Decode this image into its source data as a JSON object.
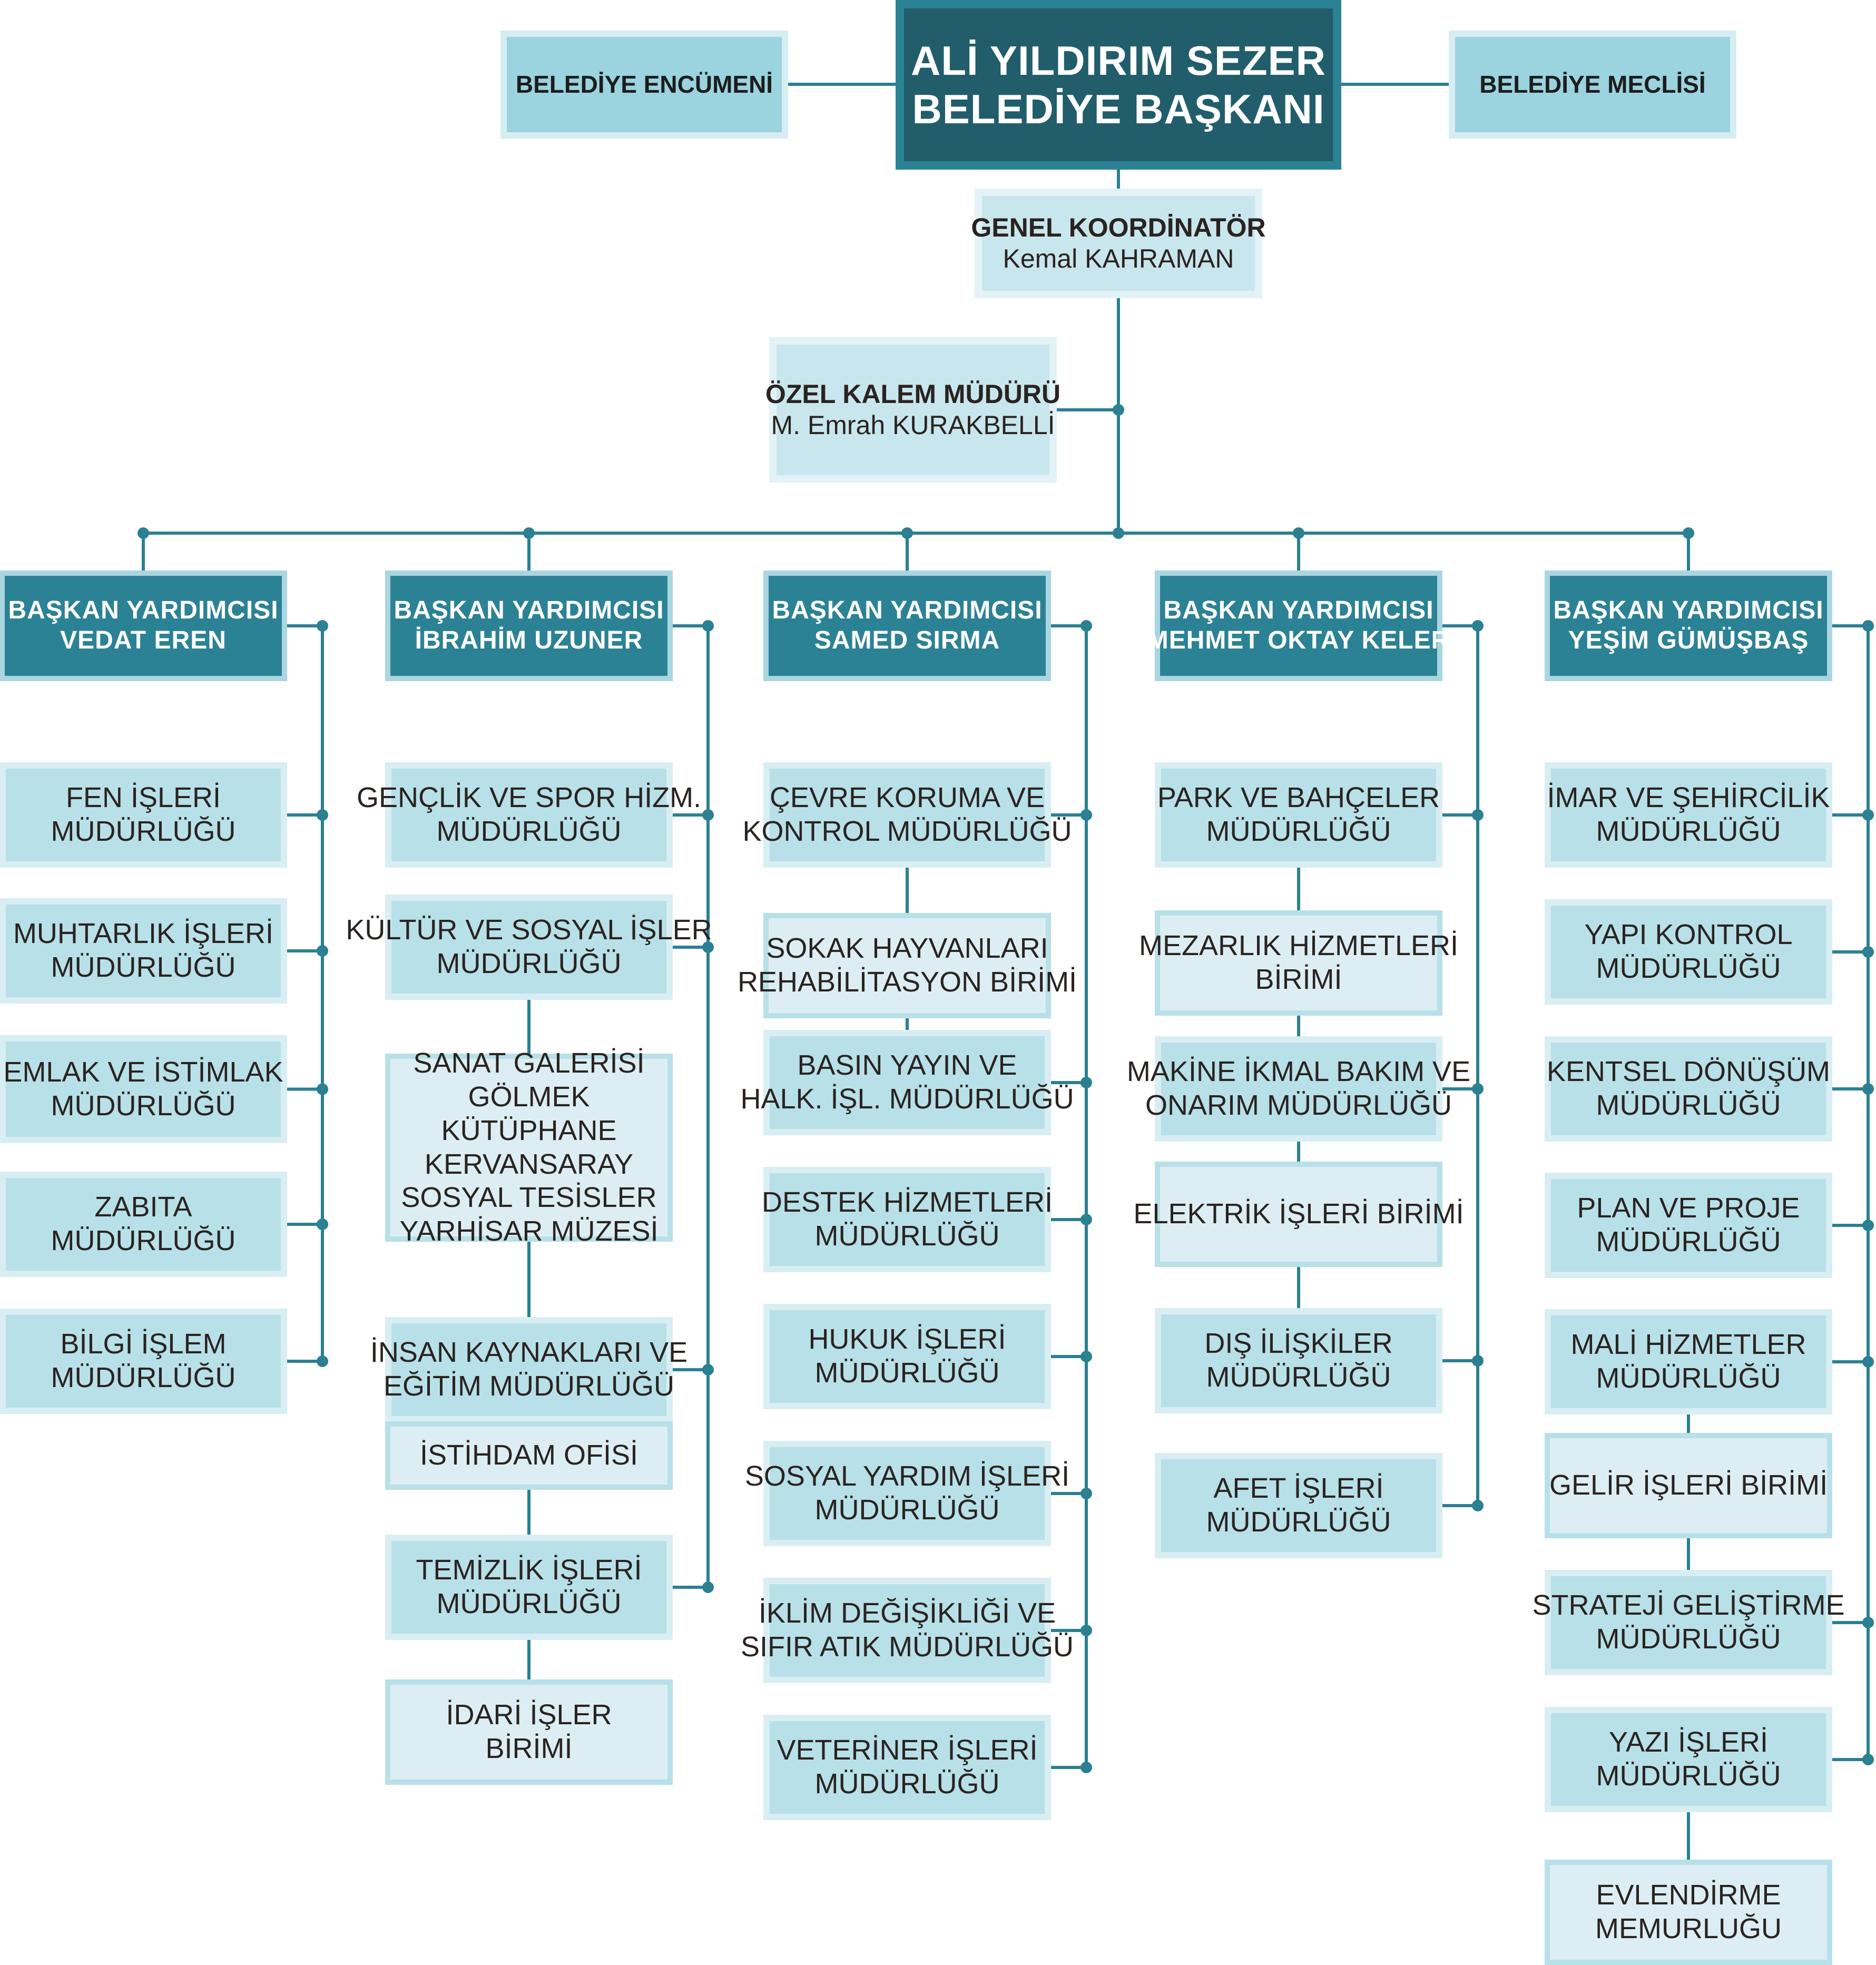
{
  "top": {
    "mayor": [
      "ALİ YILDIRIM SEZER",
      "BELEDİYE BAŞKANI"
    ],
    "left": [
      "BELEDİYE ENCÜMENİ"
    ],
    "right": [
      "BELEDİYE MECLİSİ"
    ]
  },
  "coordinator": {
    "title": "GENEL KOORDİNATÖR",
    "name": "Kemal KAHRAMAN"
  },
  "private_office": {
    "title": "ÖZEL KALEM MÜDÜRÜ",
    "name": "M. Emrah KURAKBELLİ"
  },
  "columns": [
    {
      "header": [
        "BAŞKAN YARDIMCISI",
        "VEDAT EREN"
      ],
      "items": [
        {
          "lines": [
            "FEN İŞLERİ",
            "MÜDÜRLÜĞÜ"
          ],
          "kind": "dept"
        },
        {
          "lines": [
            "MUHTARLIK İŞLERİ",
            "MÜDÜRLÜĞÜ"
          ],
          "kind": "dept"
        },
        {
          "lines": [
            "EMLAK VE İSTİMLAK",
            "MÜDÜRLÜĞÜ"
          ],
          "kind": "dept"
        },
        {
          "lines": [
            "ZABITA",
            "MÜDÜRLÜĞÜ"
          ],
          "kind": "dept"
        },
        {
          "lines": [
            "BİLGİ İŞLEM",
            "MÜDÜRLÜĞÜ"
          ],
          "kind": "dept"
        }
      ]
    },
    {
      "header": [
        "BAŞKAN YARDIMCISI",
        "İBRAHİM UZUNER"
      ],
      "items": [
        {
          "lines": [
            "GENÇLİK VE SPOR HİZM.",
            "MÜDÜRLÜĞÜ"
          ],
          "kind": "dept"
        },
        {
          "lines": [
            "KÜLTÜR VE SOSYAL İŞLER",
            "MÜDÜRLÜĞÜ"
          ],
          "kind": "dept"
        },
        {
          "lines": [
            "SANAT GALERİSİ",
            "GÖLMEK",
            "KÜTÜPHANE",
            "KERVANSARAY",
            "SOSYAL TESİSLER",
            "YARHİSAR MÜZESİ"
          ],
          "kind": "unit"
        },
        {
          "lines": [
            "İNSAN KAYNAKLARI VE",
            "EĞİTİM MÜDÜRLÜĞÜ"
          ],
          "kind": "dept"
        },
        {
          "lines": [
            "İSTİHDAM OFİSİ"
          ],
          "kind": "unit"
        },
        {
          "lines": [
            "TEMİZLİK İŞLERİ",
            "MÜDÜRLÜĞÜ"
          ],
          "kind": "dept"
        },
        {
          "lines": [
            "İDARİ İŞLER",
            "BİRİMİ"
          ],
          "kind": "unit"
        }
      ]
    },
    {
      "header": [
        "BAŞKAN YARDIMCISI",
        "SAMED SIRMA"
      ],
      "items": [
        {
          "lines": [
            "ÇEVRE KORUMA VE",
            "KONTROL MÜDÜRLÜĞÜ"
          ],
          "kind": "dept"
        },
        {
          "lines": [
            "SOKAK HAYVANLARI",
            "REHABİLİTASYON BİRİMİ"
          ],
          "kind": "unit"
        },
        {
          "lines": [
            "BASIN YAYIN VE",
            "HALK. İŞL. MÜDÜRLÜĞÜ"
          ],
          "kind": "dept"
        },
        {
          "lines": [
            "DESTEK HİZMETLERİ",
            "MÜDÜRLÜĞÜ"
          ],
          "kind": "dept"
        },
        {
          "lines": [
            "HUKUK İŞLERİ",
            "MÜDÜRLÜĞÜ"
          ],
          "kind": "dept"
        },
        {
          "lines": [
            "SOSYAL YARDIM İŞLERİ",
            "MÜDÜRLÜĞÜ"
          ],
          "kind": "dept"
        },
        {
          "lines": [
            "İKLİM DEĞİŞİKLİĞİ VE",
            "SIFIR ATIK MÜDÜRLÜĞÜ"
          ],
          "kind": "dept"
        },
        {
          "lines": [
            "VETERİNER İŞLERİ",
            "MÜDÜRLÜĞÜ"
          ],
          "kind": "dept"
        }
      ]
    },
    {
      "header": [
        "BAŞKAN YARDIMCISI",
        "MEHMET OKTAY KELER"
      ],
      "items": [
        {
          "lines": [
            "PARK VE BAHÇELER",
            "MÜDÜRLÜĞÜ"
          ],
          "kind": "dept"
        },
        {
          "lines": [
            "MEZARLIK HİZMETLERİ",
            "BİRİMİ"
          ],
          "kind": "unit"
        },
        {
          "lines": [
            "MAKİNE İKMAL BAKIM VE",
            "ONARIM MÜDÜRLÜĞÜ"
          ],
          "kind": "dept"
        },
        {
          "lines": [
            "ELEKTRİK İŞLERİ BİRİMİ"
          ],
          "kind": "unit"
        },
        {
          "lines": [
            "DIŞ İLİŞKİLER",
            "MÜDÜRLÜĞÜ"
          ],
          "kind": "dept"
        },
        {
          "lines": [
            "AFET İŞLERİ",
            "MÜDÜRLÜĞÜ"
          ],
          "kind": "dept"
        }
      ]
    },
    {
      "header": [
        "BAŞKAN YARDIMCISI",
        "YEŞİM GÜMÜŞBAŞ"
      ],
      "items": [
        {
          "lines": [
            "İMAR VE ŞEHİRCİLİK",
            "MÜDÜRLÜĞÜ"
          ],
          "kind": "dept"
        },
        {
          "lines": [
            "YAPI KONTROL",
            "MÜDÜRLÜĞÜ"
          ],
          "kind": "dept"
        },
        {
          "lines": [
            "KENTSEL DÖNÜŞÜM",
            "MÜDÜRLÜĞÜ"
          ],
          "kind": "dept"
        },
        {
          "lines": [
            "PLAN VE PROJE",
            "MÜDÜRLÜĞÜ"
          ],
          "kind": "dept"
        },
        {
          "lines": [
            "MALİ HİZMETLER",
            "MÜDÜRLÜĞÜ"
          ],
          "kind": "dept"
        },
        {
          "lines": [
            "GELİR İŞLERİ BİRİMİ"
          ],
          "kind": "unit"
        },
        {
          "lines": [
            "STRATEJİ GELİŞTİRME",
            "MÜDÜRLÜĞÜ"
          ],
          "kind": "dept"
        },
        {
          "lines": [
            "YAZI İŞLERİ",
            "MÜDÜRLÜĞÜ"
          ],
          "kind": "dept"
        },
        {
          "lines": [
            "EVLENDİRME",
            "MEMURLUĞU"
          ],
          "kind": "unit"
        }
      ]
    }
  ]
}
